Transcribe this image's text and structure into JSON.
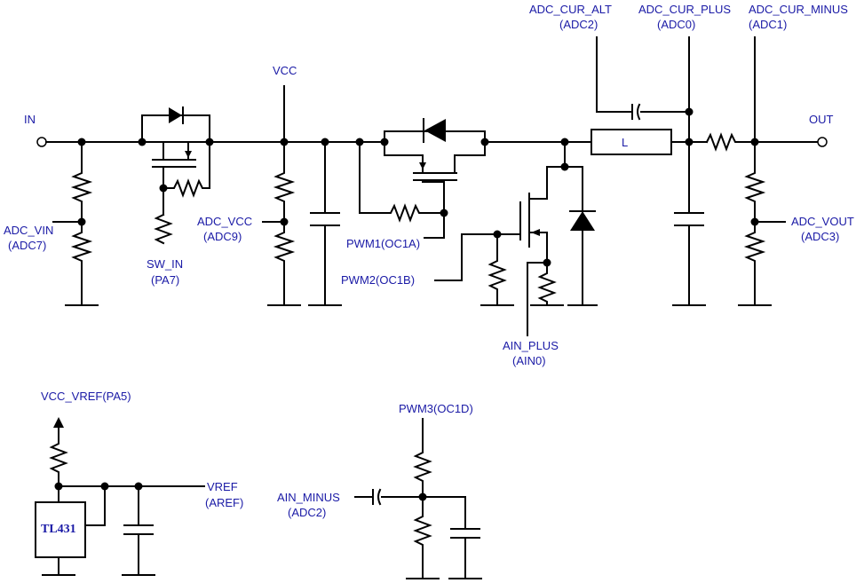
{
  "labels": {
    "in": "IN",
    "out": "OUT",
    "vcc": "VCC",
    "adc_vin": "ADC_VIN",
    "adc_vin_ch": "(ADC7)",
    "sw_in": "SW_IN",
    "sw_in_pin": "(PA7)",
    "adc_vcc": "ADC_VCC",
    "adc_vcc_ch": "(ADC9)",
    "pwm1": "PWM1(OC1A)",
    "pwm2": "PWM2(OC1B)",
    "ain_plus": "AIN_PLUS",
    "ain_plus_pin": "(AIN0)",
    "adc_cur_alt": "ADC_CUR_ALT",
    "adc_cur_alt_ch": "(ADC2)",
    "adc_cur_plus": "ADC_CUR_PLUS",
    "adc_cur_plus_ch": "(ADC0)",
    "adc_cur_minus": "ADC_CUR_MINUS",
    "adc_cur_minus_ch": "(ADC1)",
    "adc_vout": "ADC_VOUT",
    "adc_vout_ch": "(ADC3)",
    "inductor": "L",
    "vcc_vref": "VCC_VREF(PA5)",
    "vref": "VREF",
    "vref_pin": "(AREF)",
    "tl431": "TL431",
    "pwm3": "PWM3(OC1D)",
    "ain_minus": "AIN_MINUS",
    "ain_minus_ch": "(ADC2)"
  },
  "colors": {
    "wire": "#000000",
    "label": "#1a1aa6"
  }
}
